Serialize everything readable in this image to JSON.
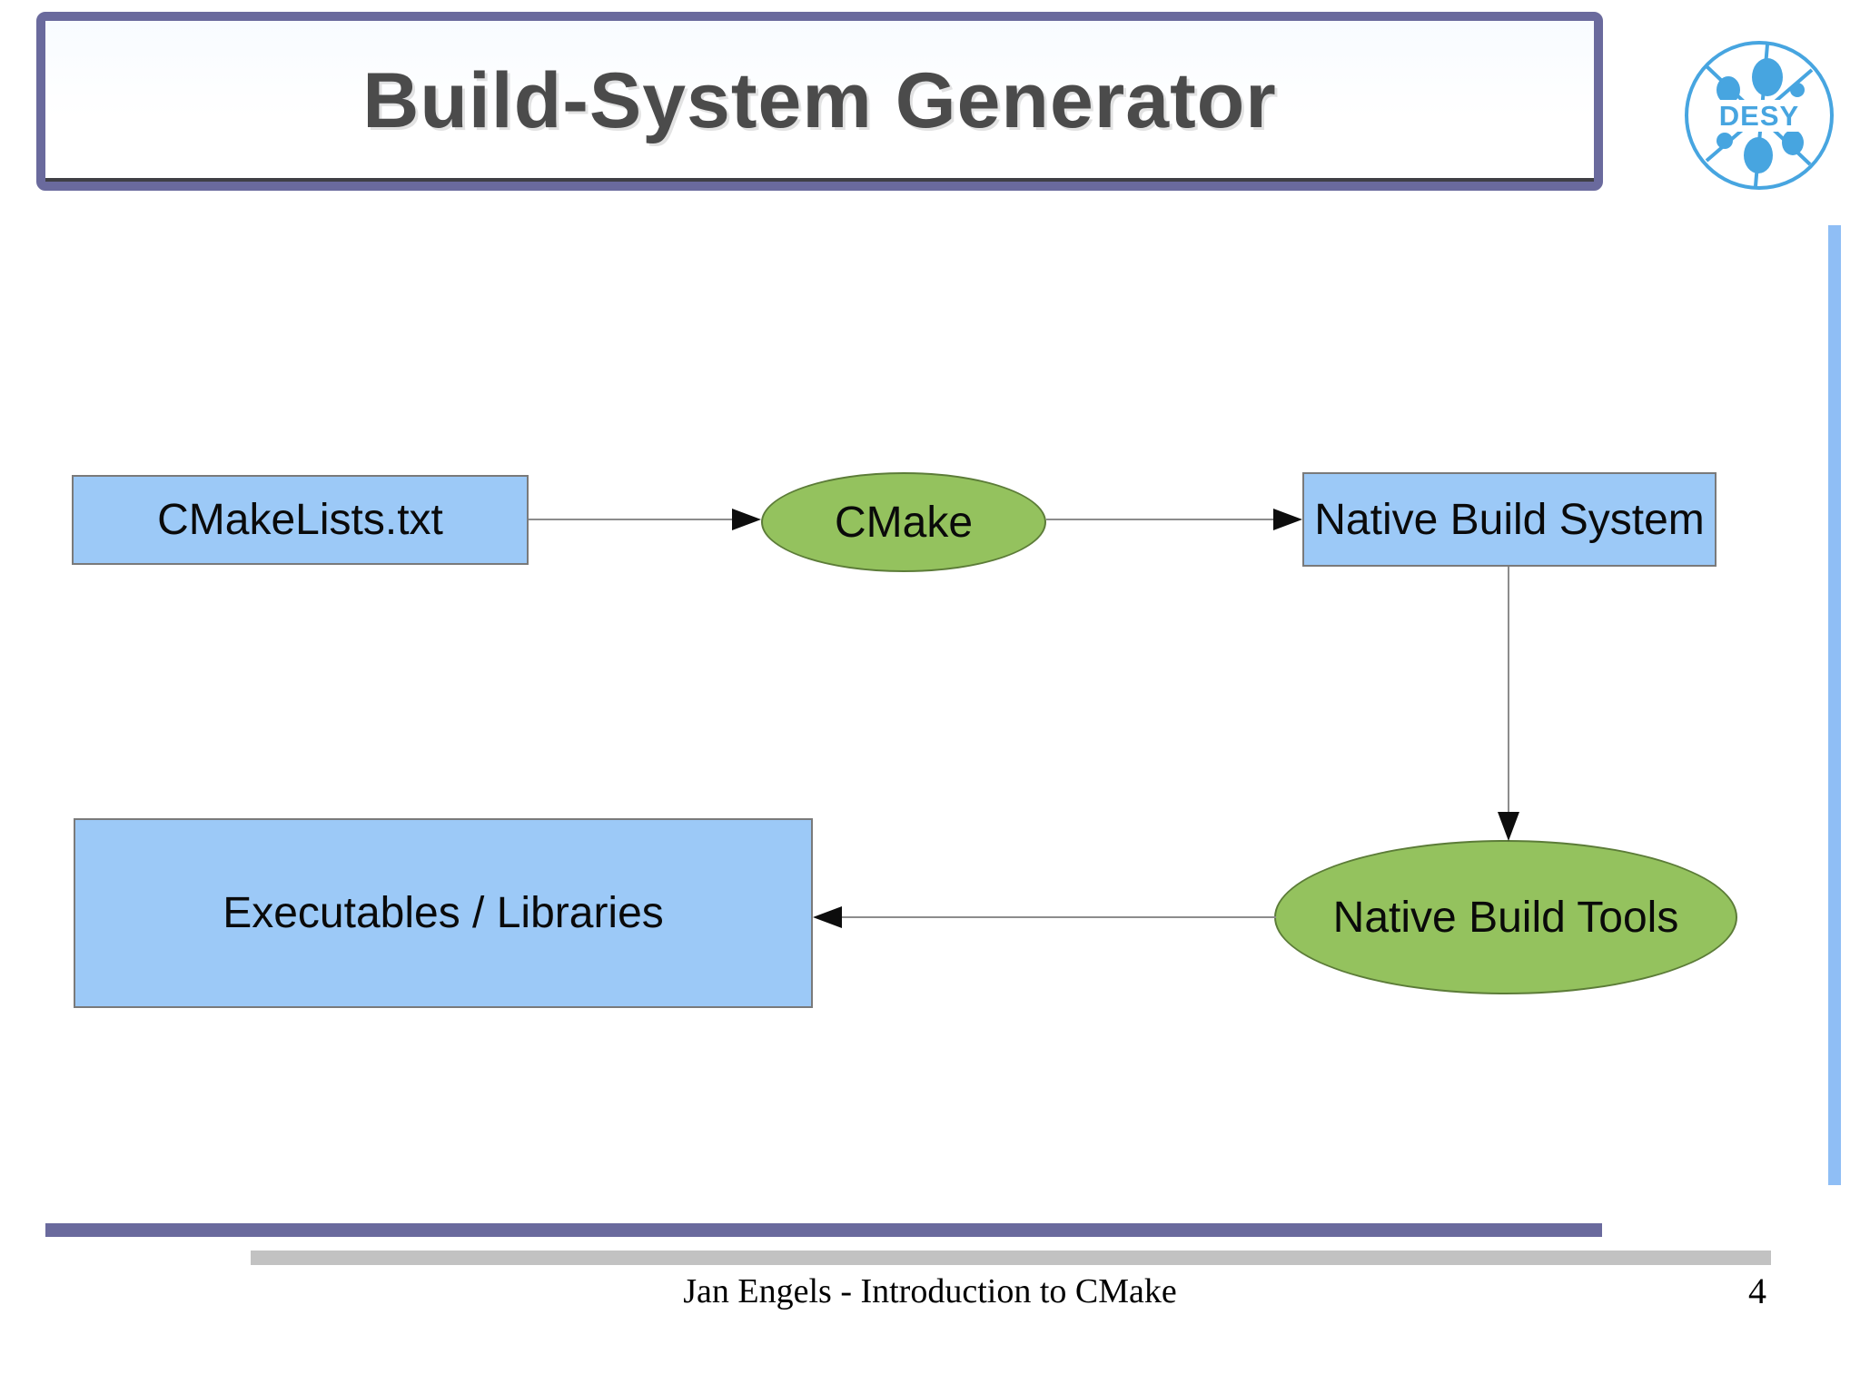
{
  "slide": {
    "title": "Build-System Generator",
    "footer": "Jan Engels - Introduction to CMake",
    "page_number": "4",
    "logo_text": "DESY"
  },
  "diagram": {
    "nodes": {
      "cmakelists": {
        "label": "CMakeLists.txt",
        "shape": "box"
      },
      "cmake": {
        "label": "CMake",
        "shape": "ellipse"
      },
      "native_build_system": {
        "label": "Native Build System",
        "shape": "box"
      },
      "native_build_tools": {
        "label": "Native Build Tools",
        "shape": "ellipse"
      },
      "executables": {
        "label": "Executables / Libraries",
        "shape": "box"
      }
    },
    "edges": [
      {
        "from": "cmakelists",
        "to": "cmake"
      },
      {
        "from": "cmake",
        "to": "native_build_system"
      },
      {
        "from": "native_build_system",
        "to": "native_build_tools"
      },
      {
        "from": "native_build_tools",
        "to": "executables"
      }
    ],
    "colors": {
      "box_fill": "#9cc9f7",
      "box_border": "#7a7a7a",
      "ellipse_fill": "#94c25e",
      "ellipse_border": "#5c7c38",
      "line": "#8c8c8c",
      "arrowhead": "#0d0d0d",
      "frame_purple": "#6a6a9d",
      "side_bar_blue": "#8fbef5",
      "footer_gray_bar": "#c2c2c2",
      "logo_blue": "#47a5e0",
      "title_text": "#4b4b4b"
    }
  }
}
